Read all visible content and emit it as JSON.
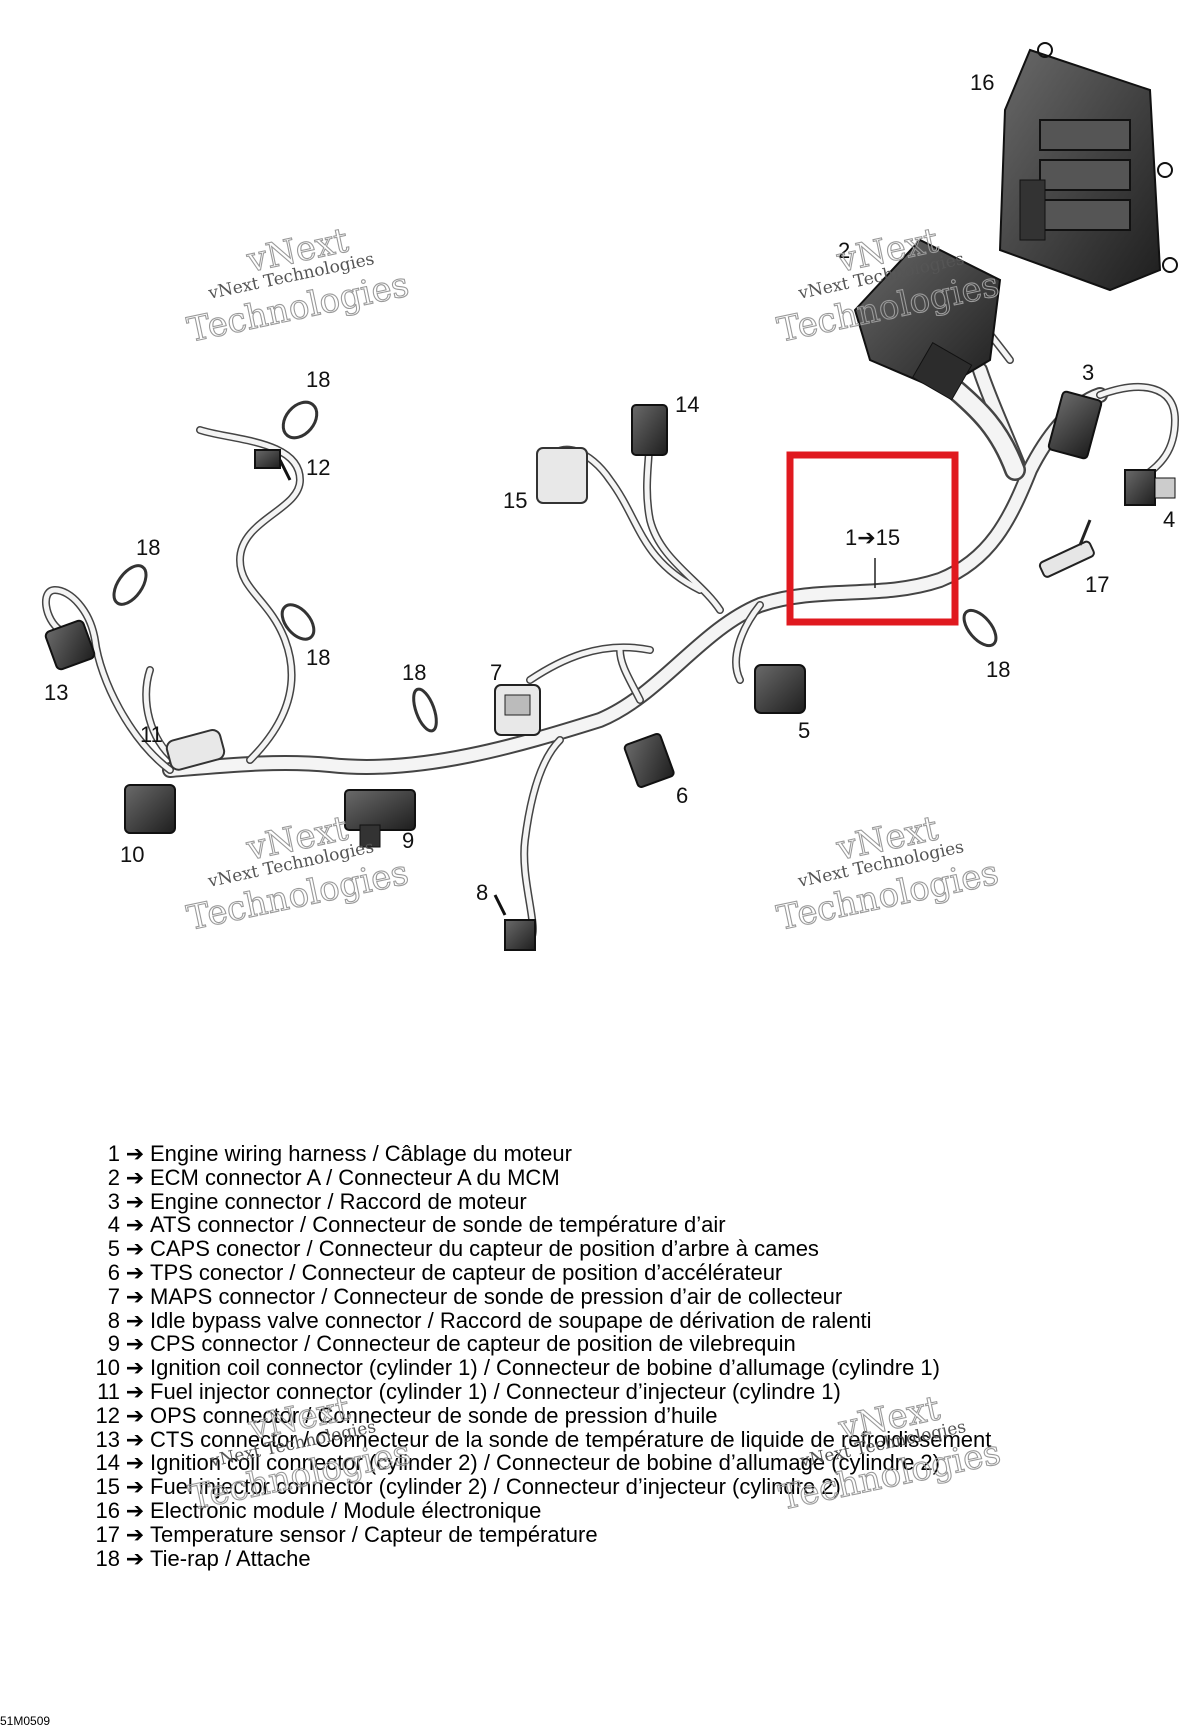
{
  "callouts": {
    "c1": "1➔15",
    "c2": "2",
    "c3": "3",
    "c4": "4",
    "c5": "5",
    "c6": "6",
    "c7": "7",
    "c8": "8",
    "c9": "9",
    "c10": "10",
    "c11": "11",
    "c12": "12",
    "c13": "13",
    "c14": "14",
    "c15": "15",
    "c16": "16",
    "c17": "17",
    "c18": "18"
  },
  "watermark": {
    "line1": "vNext",
    "line2": "vNext Technologies",
    "line3": "Technologies"
  },
  "legend": [
    {
      "num": "1",
      "text": "Engine wiring harness / Câblage du moteur"
    },
    {
      "num": "2",
      "text": "ECM connector A / Connecteur A du MCM"
    },
    {
      "num": "3",
      "text": "Engine connector / Raccord de moteur"
    },
    {
      "num": "4",
      "text": "ATS connector / Connecteur de sonde de température d’air"
    },
    {
      "num": "5",
      "text": "CAPS conector / Connecteur du capteur de position d’arbre à cames"
    },
    {
      "num": "6",
      "text": "TPS conector / Connecteur de capteur de position d’accélérateur"
    },
    {
      "num": "7",
      "text": "MAPS connector / Connecteur de sonde de pression d’air de collecteur"
    },
    {
      "num": "8",
      "text": "Idle bypass valve connector / Raccord de soupape de dérivation de ralenti"
    },
    {
      "num": "9",
      "text": "CPS connector / Connecteur de capteur de position de vilebrequin"
    },
    {
      "num": "10",
      "text": "Ignition coil connector (cylinder 1) / Connecteur de bobine d’allumage (cylindre 1)"
    },
    {
      "num": "11",
      "text": "Fuel injector connector (cylinder 1) / Connecteur d’injecteur (cylindre 1)"
    },
    {
      "num": "12",
      "text": "OPS connector / Connecteur de sonde de pression d’huile"
    },
    {
      "num": "13",
      "text": "CTS connector / Connecteur de la sonde de température de liquide de refroidissement"
    },
    {
      "num": "14",
      "text": "Ignition coil connector (cylinder 2) / Connecteur de bobine d’allumage (cylindre 2)"
    },
    {
      "num": "15",
      "text": "Fuel injector connector (cylinder 2) / Connecteur d’injecteur (cylindre 2)"
    },
    {
      "num": "16",
      "text": "Electronic module / Module électronique"
    },
    {
      "num": "17",
      "text": "Temperature sensor / Capteur de température"
    },
    {
      "num": "18",
      "text": "Tie-rap / Attache"
    }
  ],
  "legend_arrow": "➔",
  "doc_id": "51M0509",
  "colors": {
    "highlight": "#e0191f",
    "harness": "#f2f2f2",
    "connector": "#3a3a3a"
  }
}
